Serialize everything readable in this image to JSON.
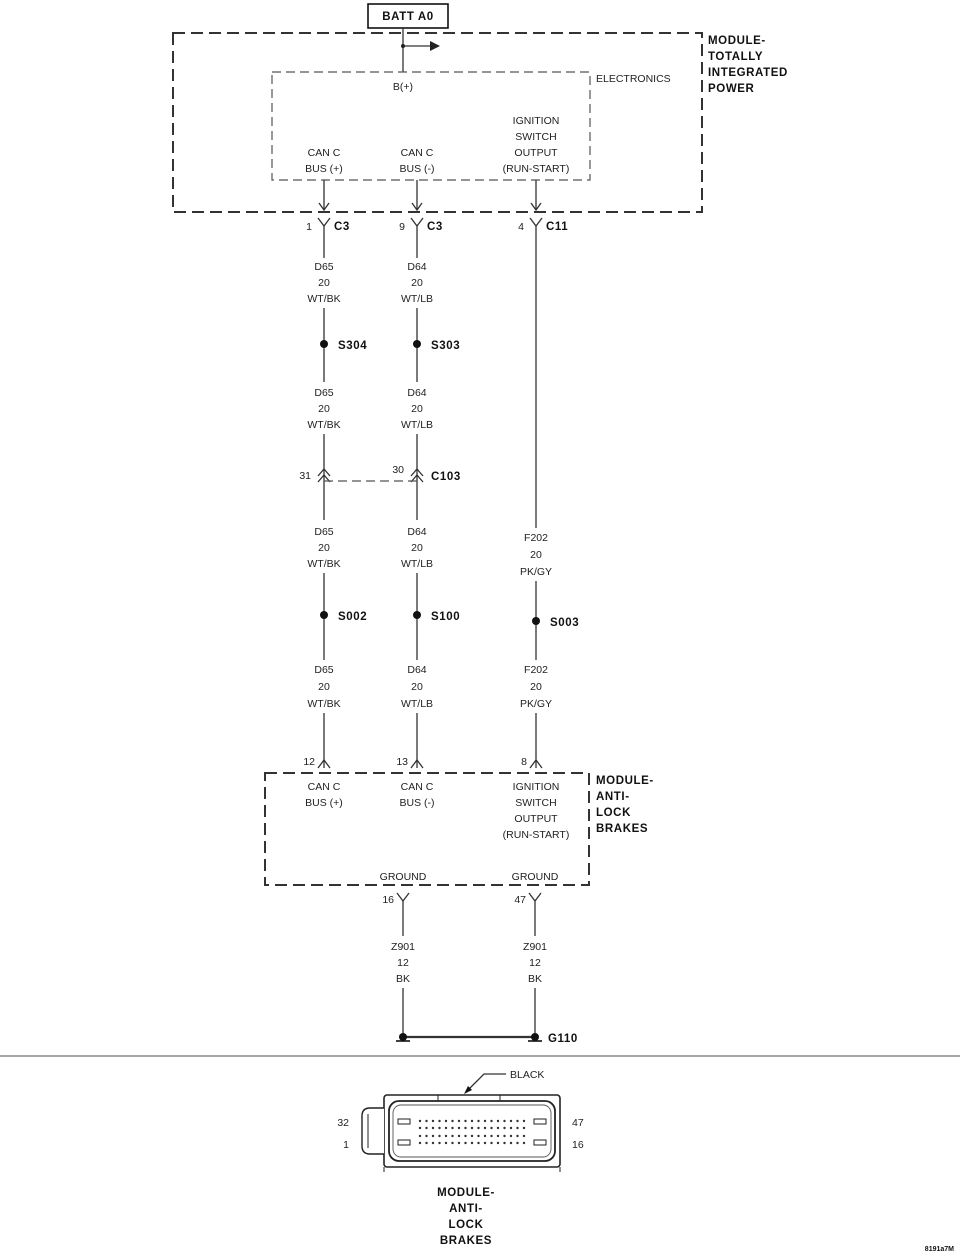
{
  "batt_label": "BATT A0",
  "tipm": {
    "module_lines": [
      "MODULE-",
      "TOTALLY",
      "INTEGRATED",
      "POWER"
    ],
    "electronics_label": "ELECTRONICS",
    "bplus_label": "B(+)",
    "pins": [
      {
        "lines": [
          "CAN C",
          "BUS (+)"
        ]
      },
      {
        "lines": [
          "CAN C",
          "BUS (-)"
        ]
      },
      {
        "lines": [
          "IGNITION",
          "SWITCH",
          "OUTPUT",
          "(RUN-START)"
        ]
      }
    ],
    "connectors": [
      {
        "pin": "1",
        "name": "C3"
      },
      {
        "pin": "9",
        "name": "C3"
      },
      {
        "pin": "4",
        "name": "C11"
      }
    ]
  },
  "wires": {
    "d65_seg1": [
      "D65",
      "20",
      "WT/BK"
    ],
    "d65_seg2": [
      "D65",
      "20",
      "WT/BK"
    ],
    "d65_seg3": [
      "D65",
      "20",
      "WT/BK"
    ],
    "d65_seg4": [
      "D65",
      "20",
      "WT/BK"
    ],
    "d64_seg1": [
      "D64",
      "20",
      "WT/LB"
    ],
    "d64_seg2": [
      "D64",
      "20",
      "WT/LB"
    ],
    "d64_seg3": [
      "D64",
      "20",
      "WT/LB"
    ],
    "d64_seg4": [
      "D64",
      "20",
      "WT/LB"
    ],
    "f202_seg1": [
      "F202",
      "20",
      "PK/GY"
    ],
    "f202_seg2": [
      "F202",
      "20",
      "PK/GY"
    ],
    "z901_left": [
      "Z901",
      "12",
      "BK"
    ],
    "z901_right": [
      "Z901",
      "12",
      "BK"
    ]
  },
  "splices": {
    "s304": "S304",
    "s303": "S303",
    "s002": "S002",
    "s100": "S100",
    "s003": "S003"
  },
  "c103": {
    "name": "C103",
    "pin_left": "31",
    "pin_right": "30"
  },
  "abs": {
    "module_lines": [
      "MODULE-",
      "ANTI-",
      "LOCK",
      "BRAKES"
    ],
    "pins": [
      {
        "num": "12",
        "lines": [
          "CAN C",
          "BUS (+)"
        ]
      },
      {
        "num": "13",
        "lines": [
          "CAN C",
          "BUS (-)"
        ]
      },
      {
        "num": "8",
        "lines": [
          "IGNITION",
          "SWITCH",
          "OUTPUT",
          "(RUN-START)"
        ]
      }
    ],
    "ground_pins": [
      {
        "num": "16",
        "label": "GROUND"
      },
      {
        "num": "47",
        "label": "GROUND"
      }
    ]
  },
  "ground": {
    "name": "G110"
  },
  "connector_view": {
    "color_label": "BLACK",
    "pin_tl": "32",
    "pin_bl": "1",
    "pin_tr": "47",
    "pin_br": "16",
    "module_lines": [
      "MODULE-",
      "ANTI-",
      "LOCK",
      "BRAKES"
    ]
  },
  "figure_id": "8191a7M"
}
